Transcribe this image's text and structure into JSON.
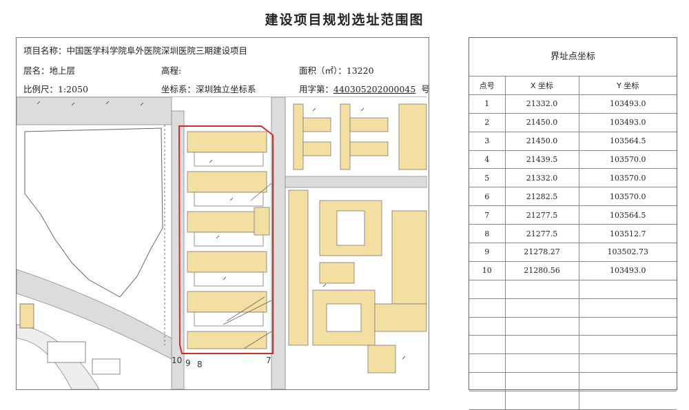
{
  "title": "建设项目规划选址范围图",
  "info": {
    "project_name": "项目名称：中国医学科学院阜外医院深圳医院三期建设项目",
    "floor": "层名：地上层",
    "elevation": "高程:",
    "area_label": "面积（㎡）：",
    "area_value": "13220",
    "scale": "比例尺：1:2050",
    "coord_system": "坐标系：深圳独立坐标系",
    "land_code_label": "用字第：",
    "land_code_value": "440305202000045",
    "land_code_suffix": "号"
  },
  "map_labels": {
    "point_10": "10",
    "point_9": "9",
    "point_8": "8",
    "point_7": "7"
  },
  "coord_table": {
    "title": "界址点坐标",
    "headers": [
      "点号",
      "X 坐标",
      "Y 坐标"
    ],
    "rows": [
      [
        "1",
        "21332.0",
        "103493.0"
      ],
      [
        "2",
        "21450.0",
        "103493.0"
      ],
      [
        "3",
        "21450.0",
        "103564.5"
      ],
      [
        "4",
        "21439.5",
        "103570.0"
      ],
      [
        "5",
        "21332.0",
        "103570.0"
      ],
      [
        "6",
        "21282.5",
        "103570.0"
      ],
      [
        "7",
        "21277.5",
        "103564.5"
      ],
      [
        "8",
        "21277.5",
        "103512.7"
      ],
      [
        "9",
        "21278.27",
        "103502.73"
      ],
      [
        "10",
        "21280.56",
        "103493.0"
      ],
      [
        "",
        "",
        ""
      ],
      [
        "",
        "",
        ""
      ],
      [
        "",
        "",
        ""
      ],
      [
        "",
        "",
        ""
      ],
      [
        "",
        "",
        ""
      ],
      [
        "",
        "",
        ""
      ],
      [
        "",
        "",
        ""
      ]
    ]
  },
  "colors": {
    "building_fill": "#f3dfa2",
    "boundary_red": "#d42a2a",
    "road_gray": "#d9d9d9"
  }
}
